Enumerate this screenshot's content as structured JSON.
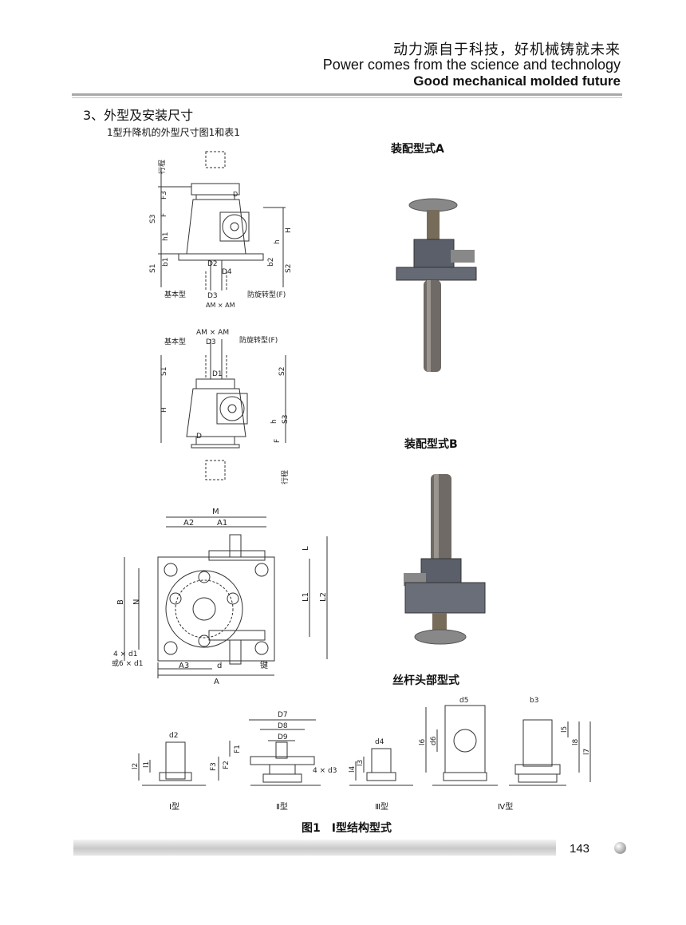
{
  "header": {
    "chinese_slogan": "动力源自于科技，好机械铸就未来",
    "english_line1": "Power comes from the science and technology",
    "english_line2": "Good mechanical molded future"
  },
  "section": {
    "title": "3、外型及安装尺寸",
    "subtitle": "1型升降机的外型尺寸图1和表1"
  },
  "drawing_top": {
    "stroke_label": "行程",
    "dims": [
      "F3",
      "F",
      "S3",
      "h1",
      "b1",
      "S1",
      "D",
      "H",
      "h",
      "b2",
      "S2",
      "D2",
      "D4",
      "D3",
      "AM × AM"
    ],
    "basic_type": "基本型",
    "anti_rotation": "防旋转型(F)"
  },
  "drawing_mid": {
    "am": "AM × AM",
    "basic_type": "基本型",
    "d3": "D3",
    "anti_rotation": "防旋转型(F)",
    "dims": [
      "S1",
      "D1",
      "S2",
      "H",
      "h",
      "S3",
      "D",
      "F"
    ],
    "stroke_label": "行程"
  },
  "drawing_plan": {
    "dims": [
      "M",
      "A2",
      "A1",
      "L",
      "B",
      "N",
      "L1",
      "L2",
      "A3",
      "d",
      "A"
    ],
    "holes_label_1": "4 × d1",
    "holes_label_2": "或6 × d1",
    "key_label": "键"
  },
  "photos": {
    "a_title": "装配型式A",
    "b_title": "装配型式B"
  },
  "screw_heads": {
    "title": "丝杆头部型式",
    "type1": {
      "name": "Ⅰ型",
      "dims": [
        "d2",
        "l2",
        "l1"
      ]
    },
    "type2": {
      "name": "Ⅱ型",
      "dims": [
        "D7",
        "D8",
        "D9",
        "F1",
        "F3",
        "F2",
        "4 × d3"
      ]
    },
    "type3": {
      "name": "Ⅲ型",
      "dims": [
        "d4",
        "l4",
        "l3"
      ]
    },
    "type4": {
      "name": "Ⅳ型",
      "dims": [
        "d5",
        "d6",
        "l6",
        "b3",
        "l5",
        "l8",
        "l7"
      ]
    }
  },
  "figure_caption": "图1　Ⅰ型结构型式",
  "footer": {
    "page_number": "143"
  }
}
